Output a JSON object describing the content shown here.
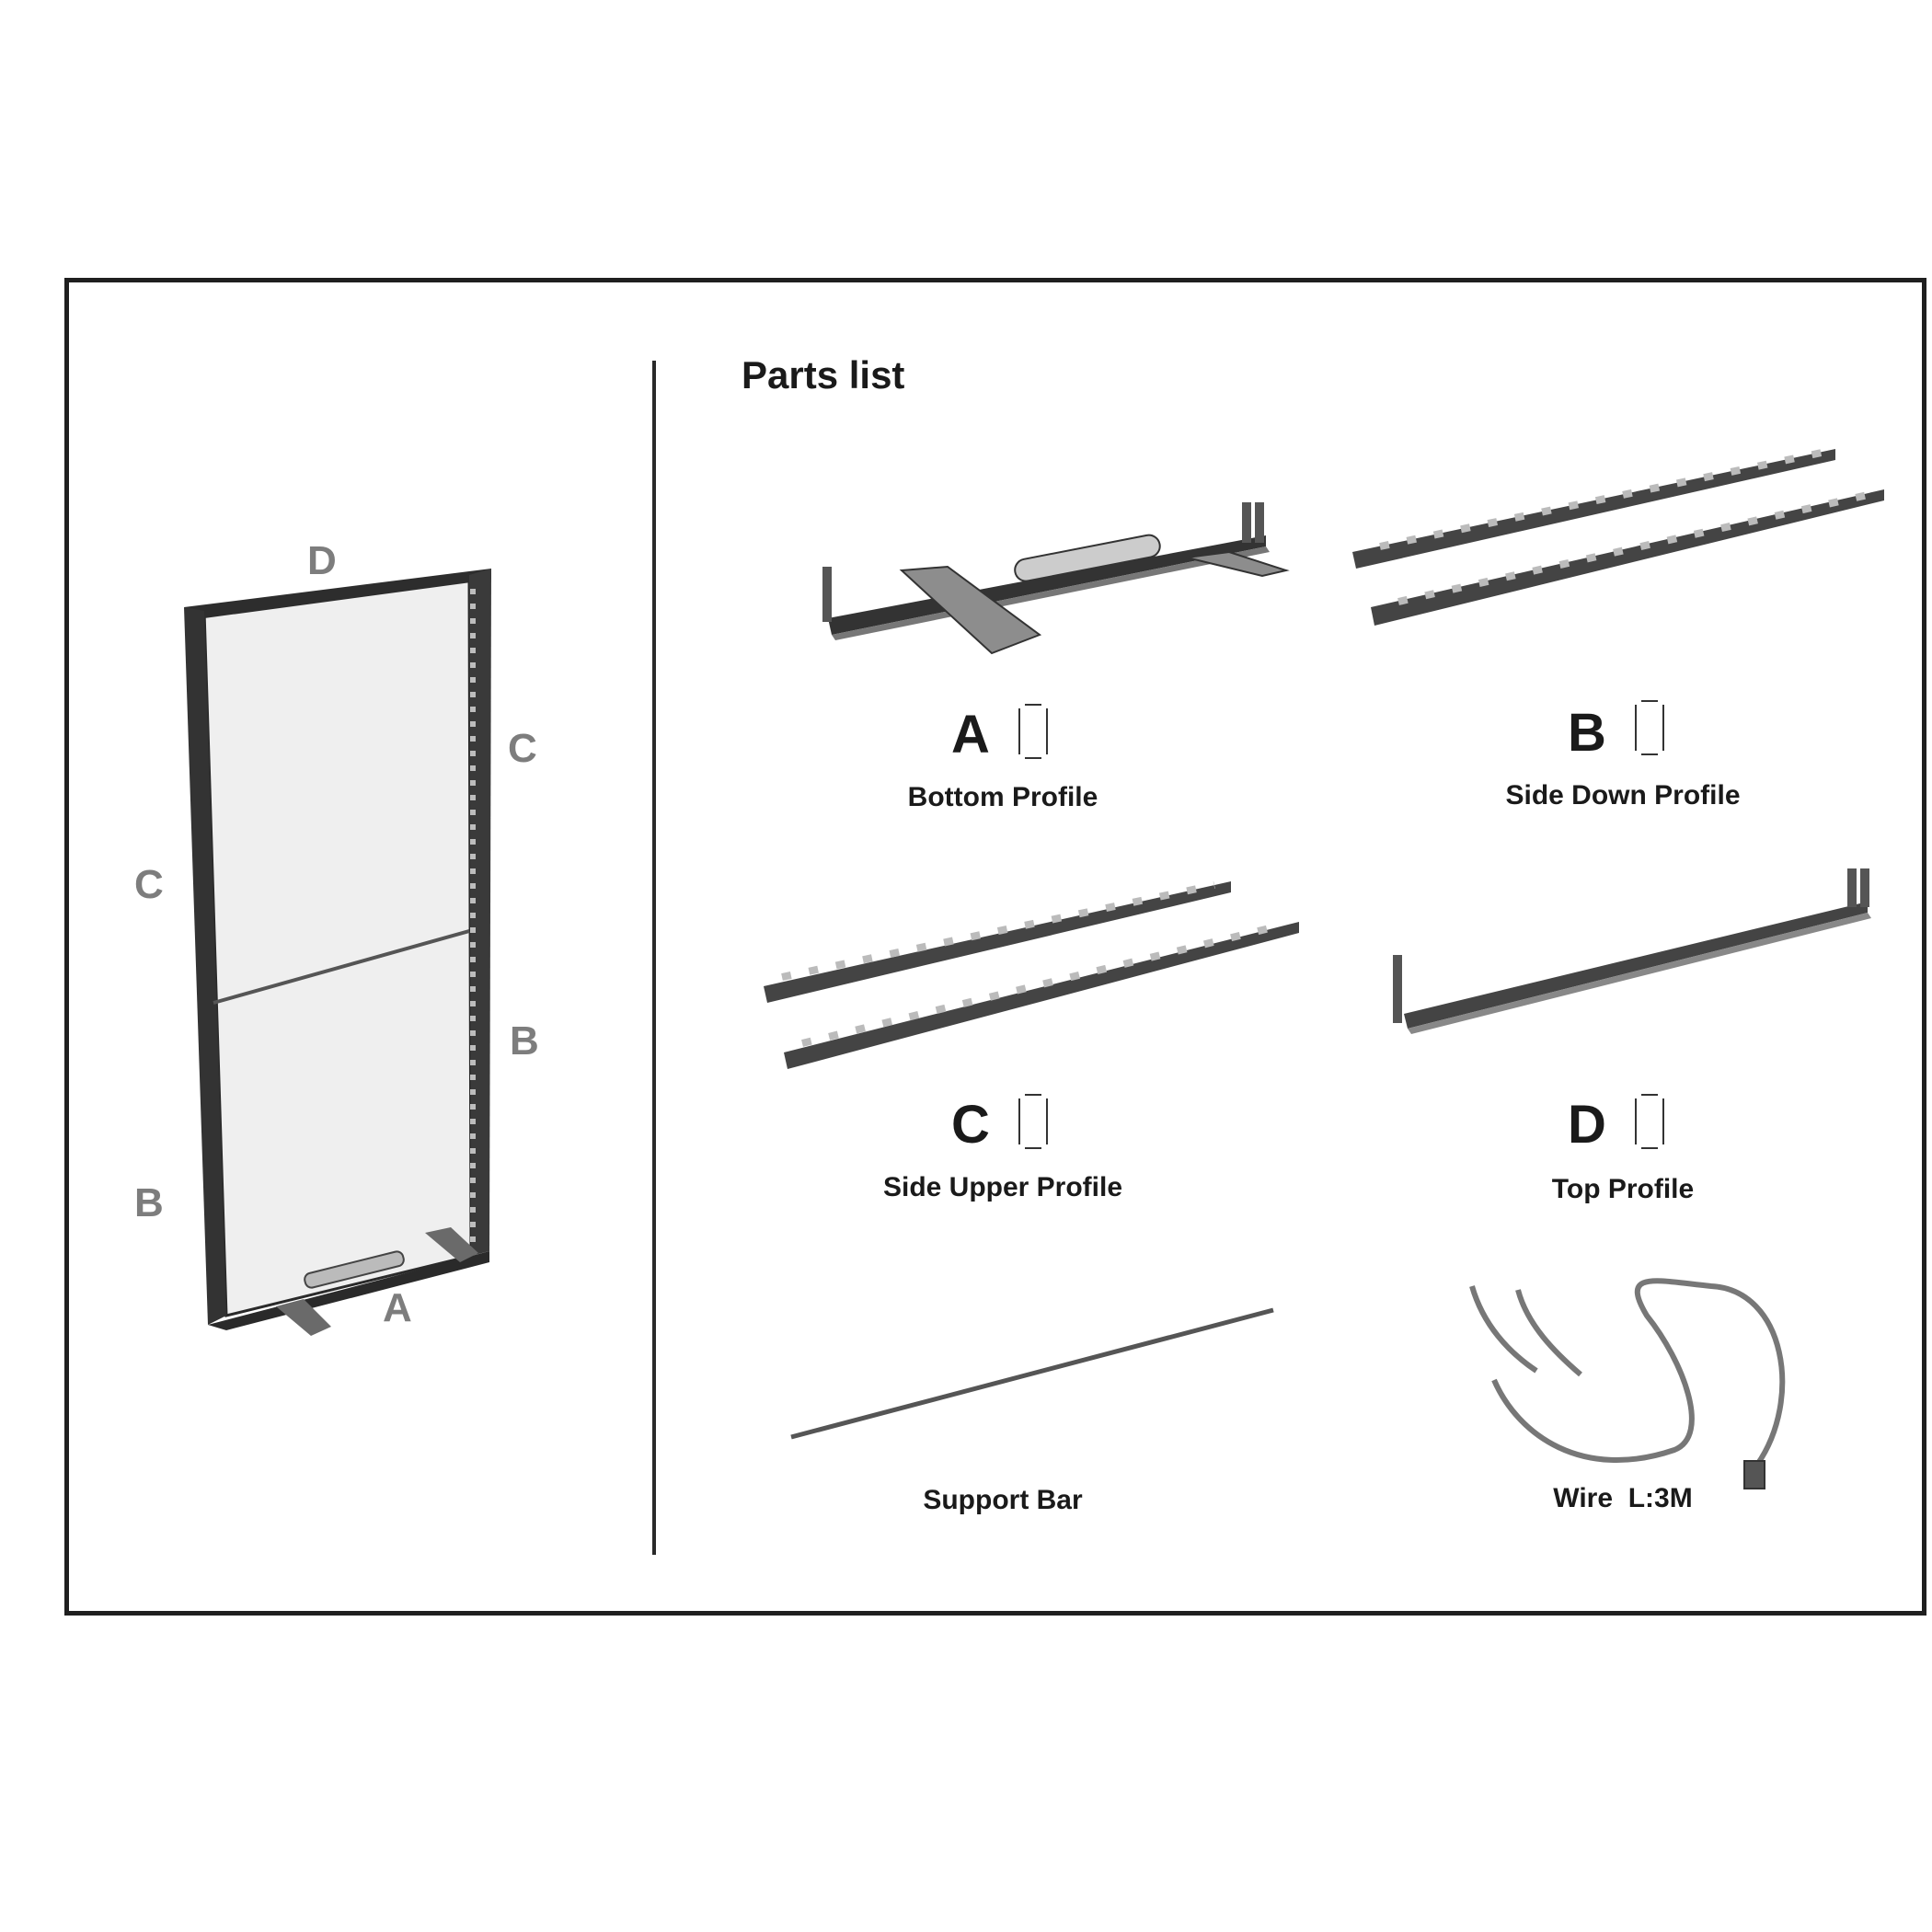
{
  "assembly": {
    "labels": {
      "top": "D",
      "left_upper": "C",
      "right_upper": "C",
      "right_lower": "B",
      "left_lower": "B",
      "bottom": "A"
    }
  },
  "parts_list": {
    "title": "Parts list",
    "parts": [
      {
        "letter": "A",
        "name": "Bottom Profile"
      },
      {
        "letter": "B",
        "name": "Side Down Profile"
      },
      {
        "letter": "C",
        "name": "Side Upper Profile"
      },
      {
        "letter": "D",
        "name": "Top Profile"
      }
    ],
    "extras": [
      {
        "name": "Support Bar"
      },
      {
        "name": "Wire  L:3M"
      }
    ]
  }
}
